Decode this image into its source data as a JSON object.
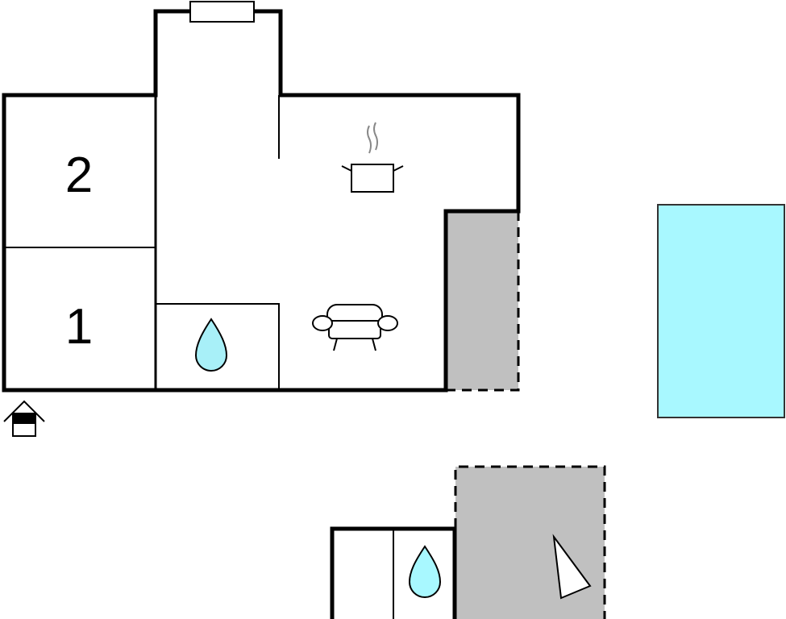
{
  "rooms": {
    "bedroom_2_label": "2",
    "bedroom_1_label": "1"
  },
  "icons": [
    "window-icon",
    "kitchen-pot-icon",
    "sofa-icon",
    "water-drop-icon",
    "entrance-icon",
    "pool",
    "terrace",
    "sun-lounger-icon"
  ],
  "colors": {
    "wall": "#000000",
    "terrace": "#c0c0c0",
    "pool": "#a8f8ff",
    "water_drop": "#a8f0f8"
  }
}
